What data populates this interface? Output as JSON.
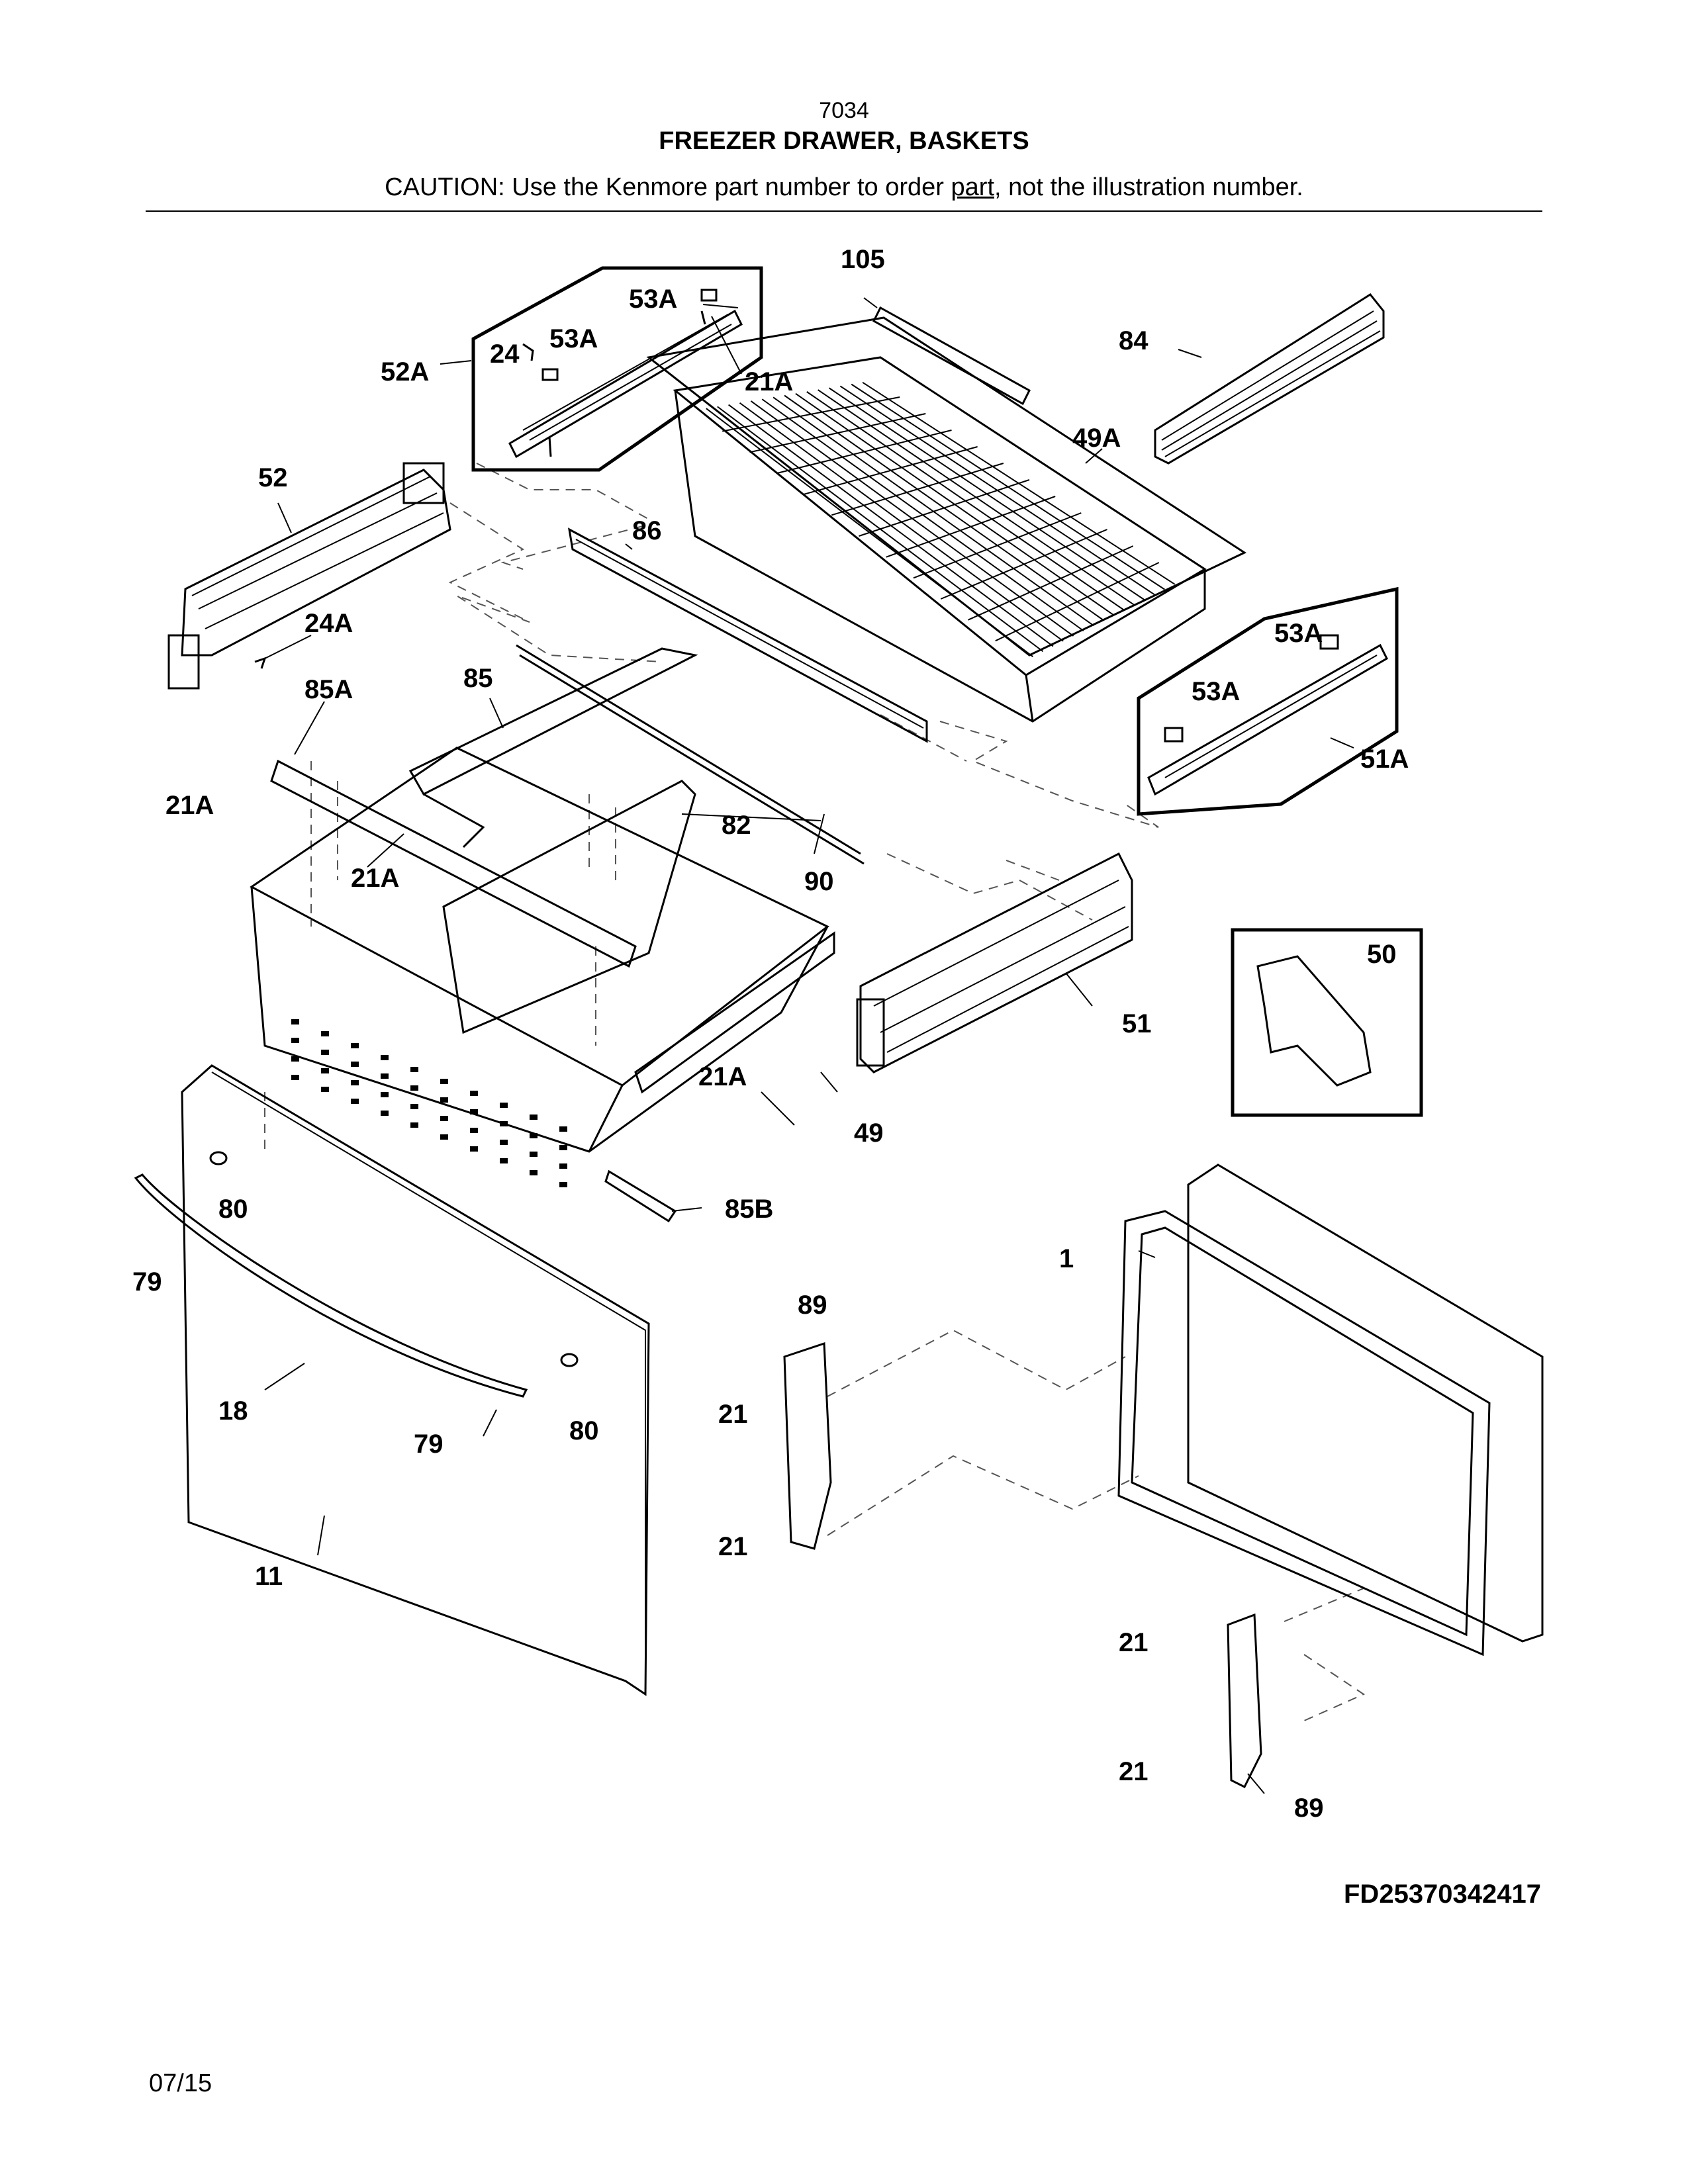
{
  "header": {
    "model": "7034",
    "title": "FREEZER DRAWER, BASKETS",
    "caution_before": "CAUTION: Use the Kenmore part number to order ",
    "caution_link": "part",
    "caution_after": ", not the illustration number."
  },
  "callouts": {
    "c105": "105",
    "c84": "84",
    "c53a_1": "53A",
    "c24": "24",
    "c53a_2": "53A",
    "c52a": "52A",
    "c21a_1": "21A",
    "c49a": "49A",
    "c52": "52",
    "c86": "86",
    "c24a": "24A",
    "c53a_3": "53A",
    "c53a_4": "53A",
    "c51a": "51A",
    "c85a": "85A",
    "c85": "85",
    "c21a_2": "21A",
    "c82": "82",
    "c21a_3": "21A",
    "c90": "90",
    "c50": "50",
    "c51": "51",
    "c21a_4": "21A",
    "c49": "49",
    "c80_1": "80",
    "c85b": "85B",
    "c79_1": "79",
    "c1": "1",
    "c89_1": "89",
    "c18": "18",
    "c21_1": "21",
    "c79_2": "79",
    "c80_2": "80",
    "c21_2": "21",
    "c11": "11",
    "c21_3": "21",
    "c21_4": "21",
    "c89_2": "89"
  },
  "drawing_code": "FD25370342417",
  "date": "07/15"
}
